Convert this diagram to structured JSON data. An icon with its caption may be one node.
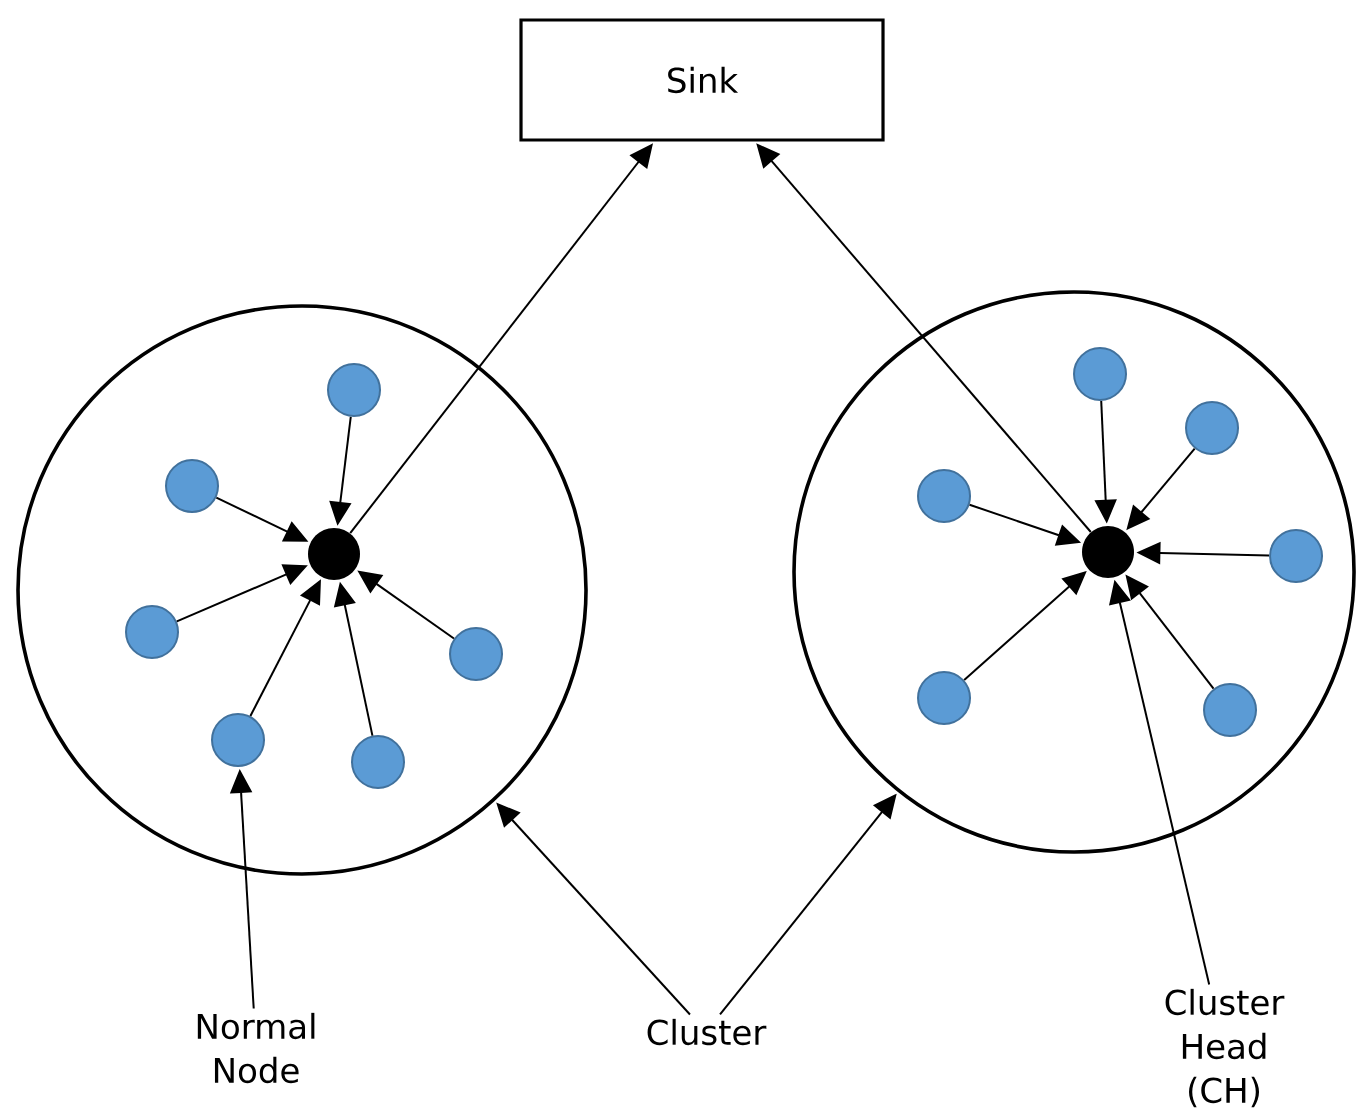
{
  "diagram": {
    "nodes": [
      {
        "text": [
          "Sink"
        ]
      },
      {
        "text": [],
        "shape": "circle"
      },
      {
        "text": [],
        "shape": "circle",
        "in": 1
      },
      {
        "text": [],
        "shape": "circle",
        "in": 1
      },
      {
        "text": [],
        "shape": "circle",
        "in": 1
      },
      {
        "text": [],
        "shape": "circle",
        "in": 1
      },
      {
        "text": [],
        "shape": "circle",
        "in": 1
      },
      {
        "text": [],
        "shape": "circle",
        "in": 1
      },
      {
        "text": [],
        "shape": "circle",
        "in": 1
      },
      {
        "text": [],
        "shape": "circle"
      },
      {
        "text": [],
        "shape": "circle",
        "in": 9
      },
      {
        "text": [],
        "shape": "circle",
        "in": 9
      },
      {
        "text": [],
        "shape": "circle",
        "in": 9
      },
      {
        "text": [],
        "shape": "circle",
        "in": 9
      },
      {
        "text": [],
        "shape": "circle",
        "in": 9
      },
      {
        "text": [],
        "shape": "circle",
        "in": 9
      },
      {
        "text": [],
        "shape": "circle",
        "in": 9
      },
      {
        "text": [
          "Normal Node"
        ]
      },
      {
        "text": [
          "Cluster"
        ]
      },
      {
        "text": [
          "Cluster Head (CH)"
        ]
      }
    ],
    "edges": [
      {
        "from": 3,
        "to": 2,
        "arrow": "to"
      },
      {
        "from": 4,
        "to": 2,
        "arrow": "to"
      },
      {
        "from": 5,
        "to": 2,
        "arrow": "to"
      },
      {
        "from": 6,
        "to": 2,
        "arrow": "to"
      },
      {
        "from": 7,
        "to": 2,
        "arrow": "to"
      },
      {
        "from": 8,
        "to": 2,
        "arrow": "to"
      },
      {
        "from": 11,
        "to": 10,
        "arrow": "to"
      },
      {
        "from": 12,
        "to": 10,
        "arrow": "to"
      },
      {
        "from": 13,
        "to": 10,
        "arrow": "to"
      },
      {
        "from": 14,
        "to": 10,
        "arrow": "to"
      },
      {
        "from": 15,
        "to": 10,
        "arrow": "to"
      },
      {
        "from": 16,
        "to": 10,
        "arrow": "to"
      },
      {
        "from": 2,
        "to": 0,
        "arrow": "to"
      },
      {
        "from": 10,
        "to": 0,
        "arrow": "to"
      },
      {
        "from": 17,
        "to": 7,
        "arrow": "to"
      },
      {
        "from": 18,
        "to": 1,
        "arrow": "to"
      },
      {
        "from": 18,
        "to": 9,
        "arrow": "to"
      },
      {
        "from": 19,
        "to": 10,
        "arrow": "to"
      }
    ]
  }
}
